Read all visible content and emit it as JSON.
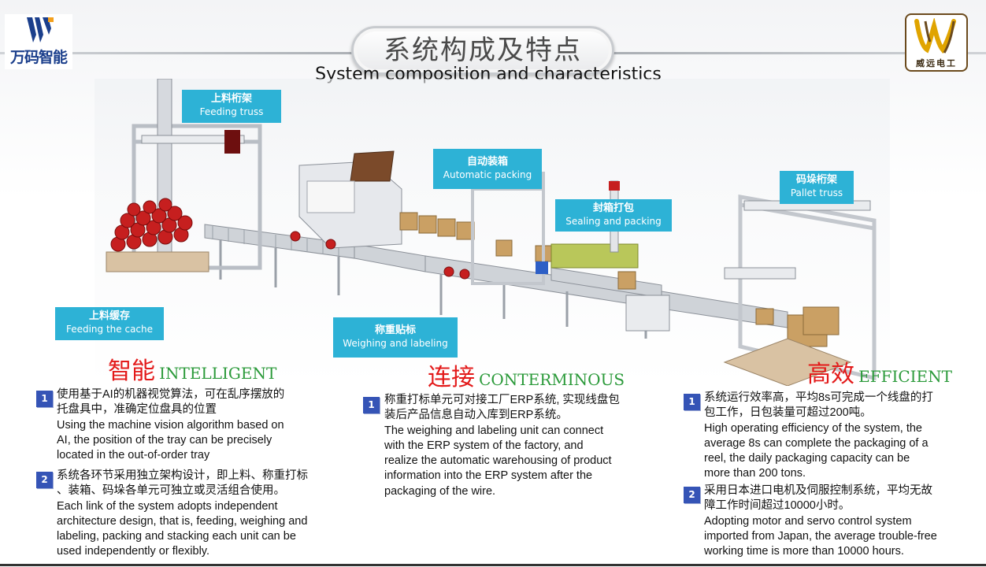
{
  "logo_left": {
    "text": "万码智能"
  },
  "logo_right": {
    "text": "威远电工"
  },
  "title": {
    "cn": "系统构成及特点",
    "en": "System composition and characteristics"
  },
  "callouts": {
    "feeding_truss": {
      "cn": "上料桁架",
      "en": "Feeding truss"
    },
    "auto_packing": {
      "cn": "自动装箱",
      "en": "Automatic packing"
    },
    "sealing": {
      "cn": "封箱打包",
      "en": "Sealing and packing"
    },
    "pallet_truss": {
      "cn": "码垛桁架",
      "en": "Pallet truss"
    },
    "feeding_cache": {
      "cn": "上料缓存",
      "en": "Feeding the cache"
    },
    "weighing": {
      "cn": "称重贴标",
      "en": "Weighing and labeling"
    }
  },
  "sections": {
    "intelligent": {
      "cn": "智能",
      "en": "INTELLIGENT",
      "items": [
        {
          "num": "1",
          "cn1": "使用基于AI的机器视觉算法，可在乱序摆放的",
          "cn2": "托盘具中，准确定位盘具的位置",
          "en1": "Using the machine vision algorithm based on",
          "en2": "AI, the position of the tray can be precisely",
          "en3": "located in the out-of-order tray"
        },
        {
          "num": "2",
          "cn1": "系统各环节采用独立架构设计，即上料、称重打标",
          "cn2": "、装箱、码垛各单元可独立或灵活组合使用。",
          "en1": "Each link of the system adopts independent",
          "en2": "architecture design, that is, feeding, weighing  and",
          "en3": "labeling, packing and stacking each unit can be",
          "en4": "used independently or flexibly."
        }
      ]
    },
    "conterminous": {
      "cn": "连接",
      "en": "CONTERMINOUS",
      "items": [
        {
          "num": "1",
          "cn1": "称重打标单元可对接工厂ERP系统, 实现线盘包",
          "cn2": "装后产品信息自动入库到ERP系统。",
          "en1": "The weighing and labeling unit can connect",
          "en2": "with the ERP system of the factory, and",
          "en3": "realize the automatic warehousing of product",
          "en4": "information into the ERP system after the",
          "en5": "packaging of the wire."
        }
      ]
    },
    "efficient": {
      "cn": "高效",
      "en": "EFFICIENT",
      "items": [
        {
          "num": "1",
          "cn1": "系统运行效率高，平均8s可完成一个线盘的打",
          "cn2": "包工作，日包装量可超过200吨。",
          "en1": "High operating efficiency of the system, the",
          "en2": "average 8s  can complete the packaging of a",
          "en3": "reel, the daily packaging capacity can be",
          "en4": "more than 200 tons."
        },
        {
          "num": "2",
          "cn1": "采用日本进口电机及伺服控制系统，平均无故",
          "cn2": "障工作时间超过10000小时。",
          "en1": "Adopting motor and servo  control system",
          "en2": "imported from Japan, the average trouble-free",
          "en3": "working time is more than 10000 hours."
        }
      ]
    }
  }
}
